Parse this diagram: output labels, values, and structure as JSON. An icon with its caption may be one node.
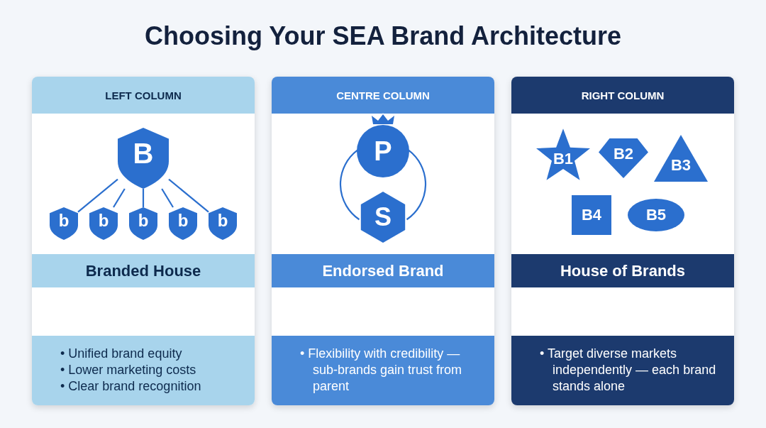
{
  "diagram": {
    "title": "Choosing Your SEA Brand Architecture",
    "nodes": [
      {
        "text": [
          "LEFT COLUMN",
          "Branded House",
          "• Unified brand equity",
          "• Lower marketing costs",
          "• Clear brand recognition"
        ]
      },
      {
        "text": [
          "CENTRE COLUMN",
          "Endorsed Brand",
          "• Flexibility with credibility — sub-brands gain trust from parent"
        ]
      },
      {
        "text": [
          "RIGHT COLUMN",
          "House of Brands",
          "• Target diverse markets independently — each brand stands alone"
        ]
      },
      {
        "text": [
          "B"
        ],
        "in": 0
      },
      {
        "text": [
          "b"
        ],
        "in": 0
      },
      {
        "text": [
          "b"
        ],
        "in": 0
      },
      {
        "text": [
          "b"
        ],
        "in": 0
      },
      {
        "text": [
          "b"
        ],
        "in": 0
      },
      {
        "text": [
          "b"
        ],
        "in": 0
      },
      {
        "text": [
          "P"
        ],
        "in": 1
      },
      {
        "text": [
          "S"
        ],
        "in": 1
      },
      {
        "text": [
          "B1"
        ],
        "in": 2
      },
      {
        "text": [
          "B2"
        ],
        "in": 2
      },
      {
        "text": [
          "B3"
        ],
        "in": 2
      },
      {
        "text": [
          "B4"
        ],
        "in": 2
      },
      {
        "text": [
          "B5"
        ],
        "in": 2
      }
    ],
    "edges": [
      {
        "from": 3,
        "to": 4,
        "arrow": "none"
      },
      {
        "from": 3,
        "to": 5,
        "arrow": "none"
      },
      {
        "from": 3,
        "to": 6,
        "arrow": "none"
      },
      {
        "from": 3,
        "to": 7,
        "arrow": "none"
      },
      {
        "from": 3,
        "to": 8,
        "arrow": "none"
      },
      {
        "from": 9,
        "to": 10,
        "arrow": "none"
      },
      {
        "from": 9,
        "to": 10,
        "arrow": "none"
      }
    ]
  }
}
